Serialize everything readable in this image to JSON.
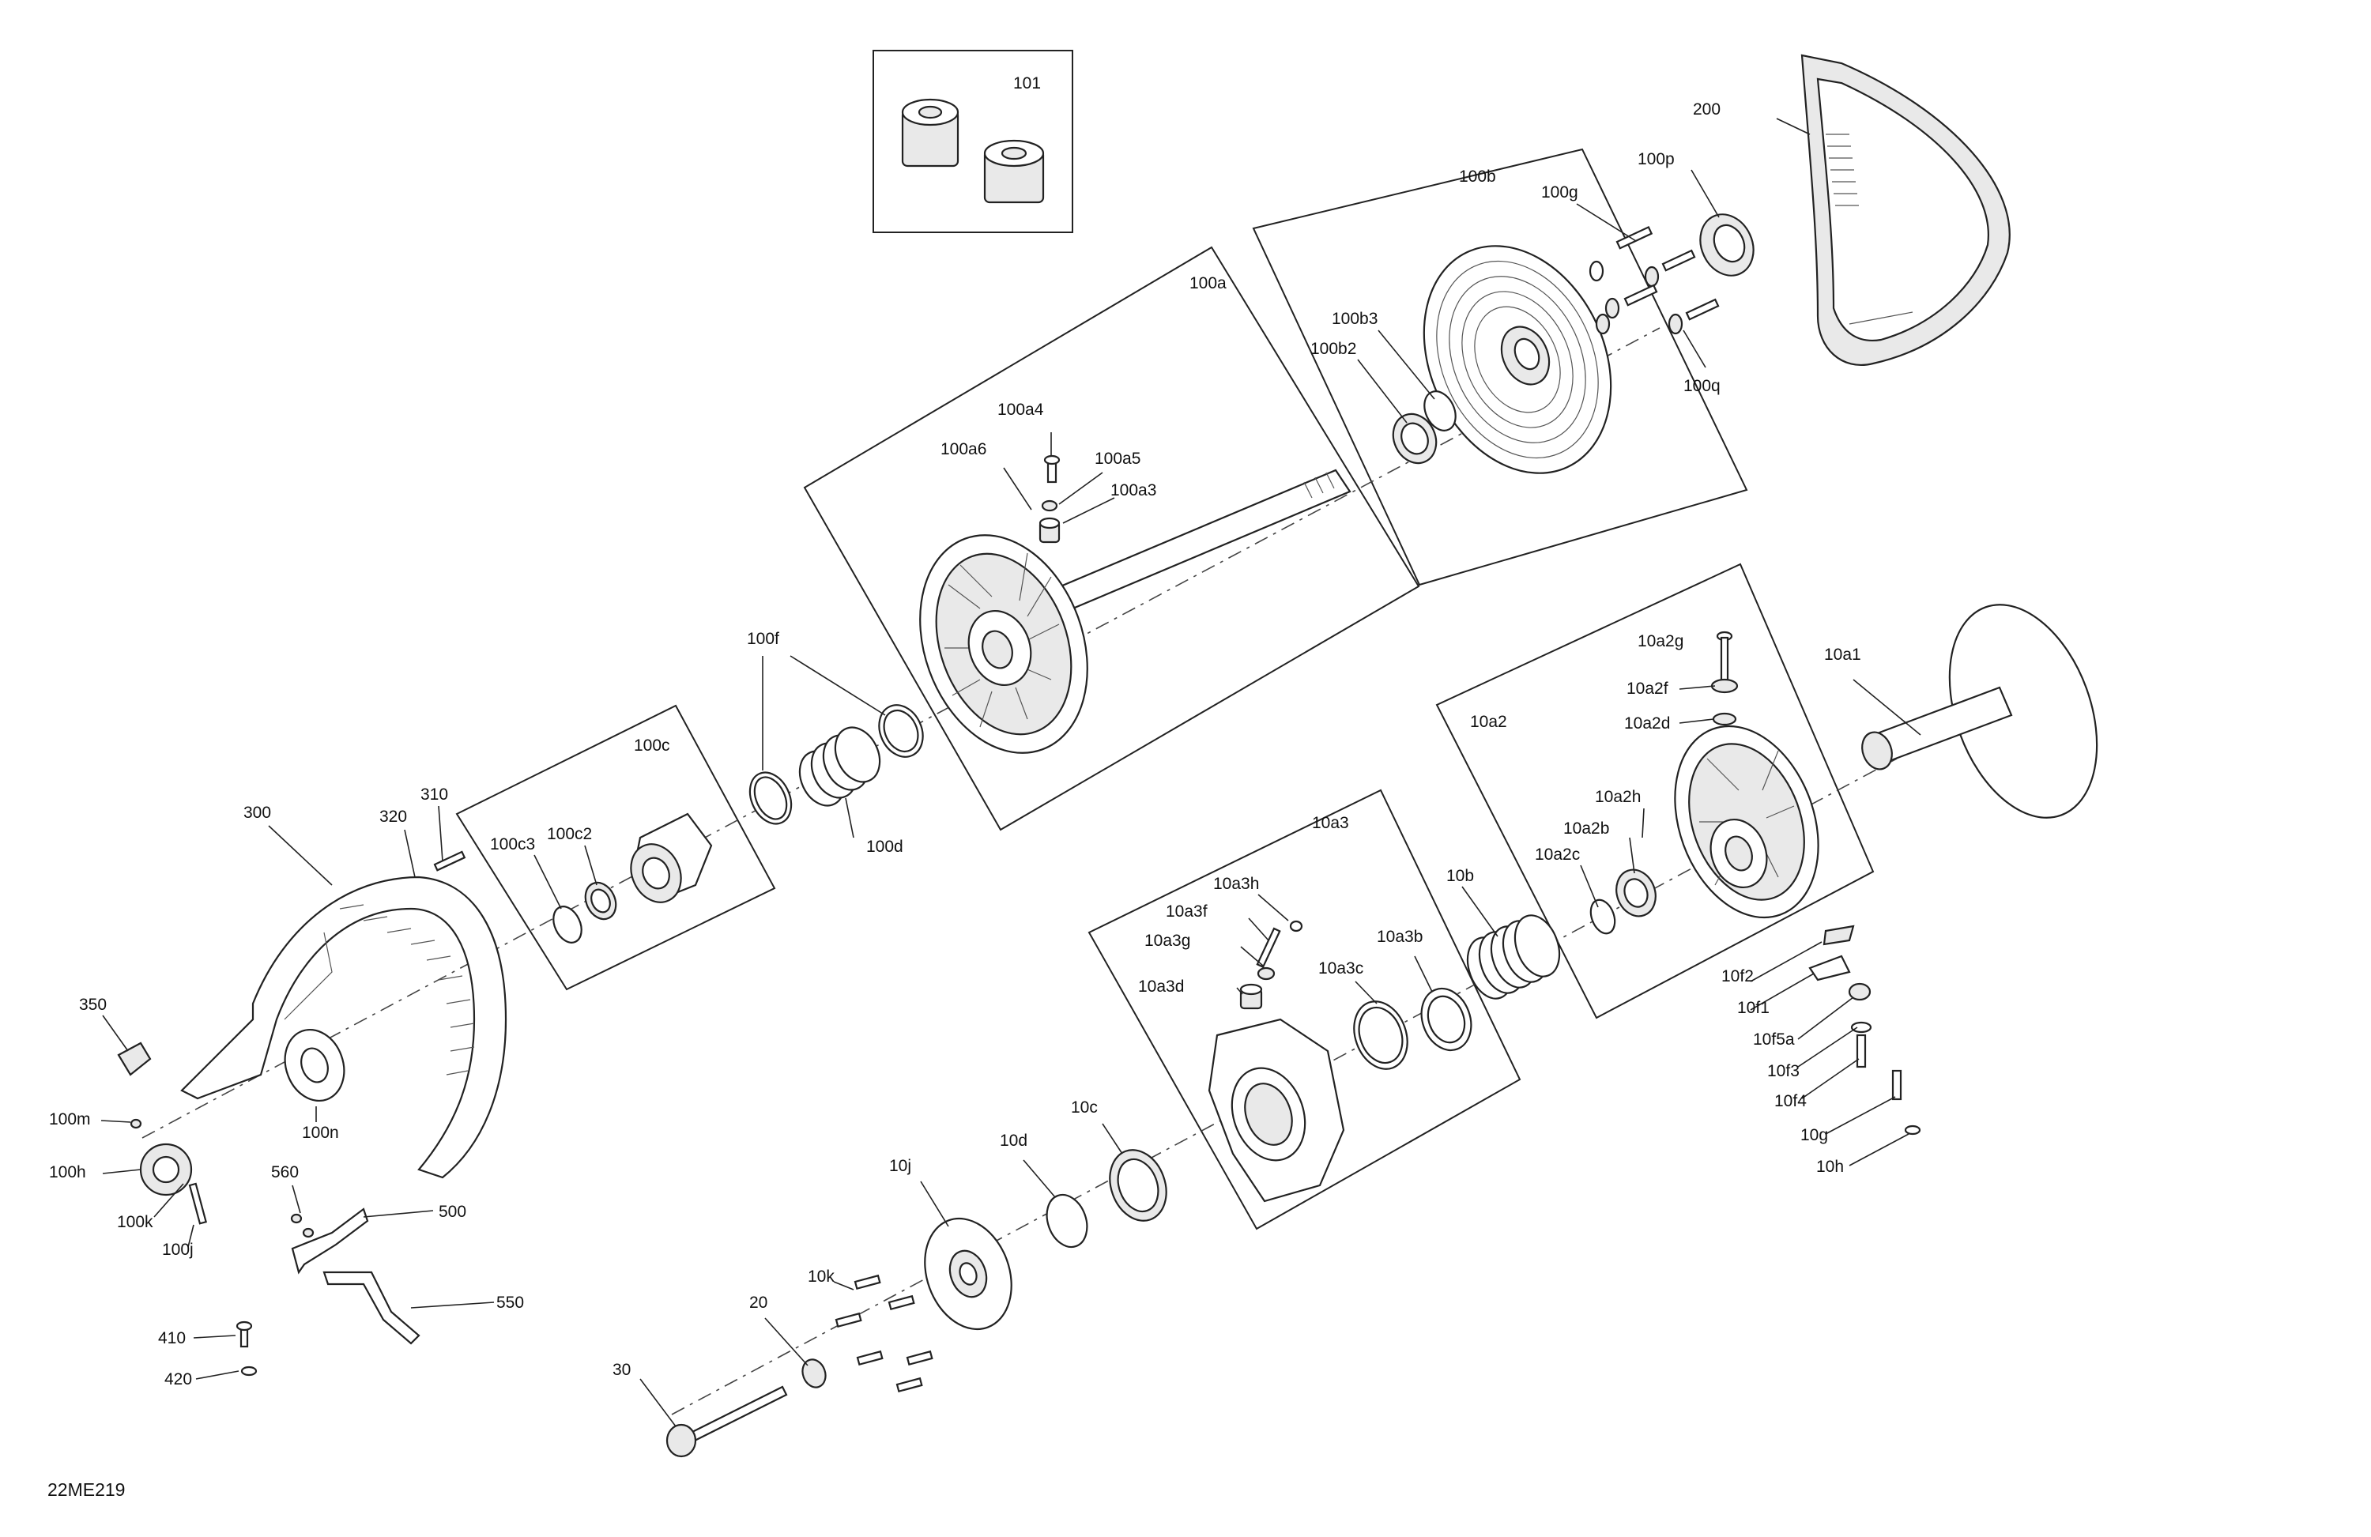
{
  "figure": {
    "code": "22ME219"
  },
  "labels": {
    "l101": "101",
    "l200": "200",
    "l100b": "100b",
    "l100g": "100g",
    "l100p": "100p",
    "l100a": "100a",
    "l100b3": "100b3",
    "l100b2": "100b2",
    "l100q": "100q",
    "l100a4": "100a4",
    "l100a6": "100a6",
    "l100a5": "100a5",
    "l100a3": "100a3",
    "l100f": "100f",
    "l100c": "100c",
    "l100d": "100d",
    "l10a2g": "10a2g",
    "l10a1": "10a1",
    "l10a2f": "10a2f",
    "l10a2": "10a2",
    "l10a2d": "10a2d",
    "l310": "310",
    "l300": "300",
    "l320": "320",
    "l100c3": "100c3",
    "l100c2": "100c2",
    "l10a2h": "10a2h",
    "l10a2b": "10a2b",
    "l10a3": "10a3",
    "l10a2c": "10a2c",
    "l10b": "10b",
    "l10a3h": "10a3h",
    "l10a3f": "10a3f",
    "l10a3b": "10a3b",
    "l10a3g": "10a3g",
    "l10f2": "10f2",
    "l10a3c": "10a3c",
    "l10a3d": "10a3d",
    "l10f1": "10f1",
    "l350": "350",
    "l10f5a": "10f5a",
    "l10f3": "10f3",
    "l100m": "100m",
    "l10f4": "10f4",
    "l10c": "10c",
    "l100n": "100n",
    "l10g": "10g",
    "l100h": "100h",
    "l10d": "10d",
    "l560": "560",
    "l500": "500",
    "l10h": "10h",
    "l100k": "100k",
    "l10j": "10j",
    "l100j": "100j",
    "l10k": "10k",
    "l550": "550",
    "l20": "20",
    "l410": "410",
    "l30": "30",
    "l420": "420"
  }
}
